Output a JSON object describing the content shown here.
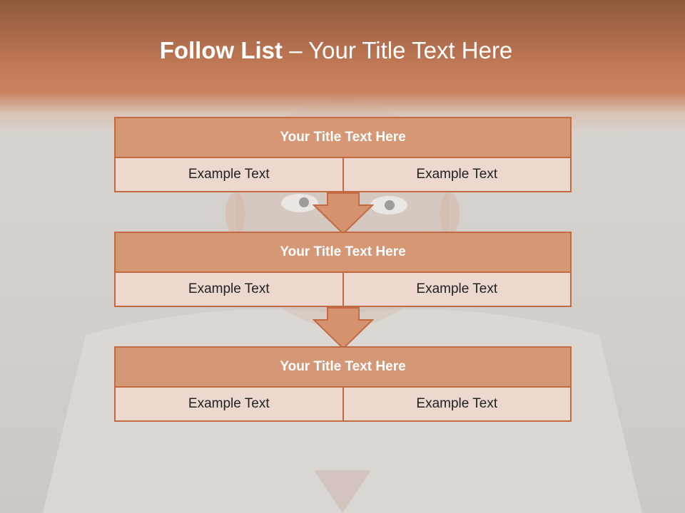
{
  "slide": {
    "title_bold": "Follow List",
    "title_rest": " – Your Title Text Here"
  },
  "blocks": [
    {
      "title": "Your Title Text Here",
      "left": "Example Text",
      "right": "Example Text"
    },
    {
      "title": "Your Title Text Here",
      "left": "Example Text",
      "right": "Example Text"
    },
    {
      "title": "Your Title Text Here",
      "left": "Example Text",
      "right": "Example Text"
    }
  ],
  "colors": {
    "accent": "#c26b43",
    "header_fill": "#d5926e",
    "row_fill": "#eed8d0",
    "header_band": "#c27a56"
  },
  "icons": [
    "down-arrow-icon",
    "down-arrow-icon"
  ]
}
